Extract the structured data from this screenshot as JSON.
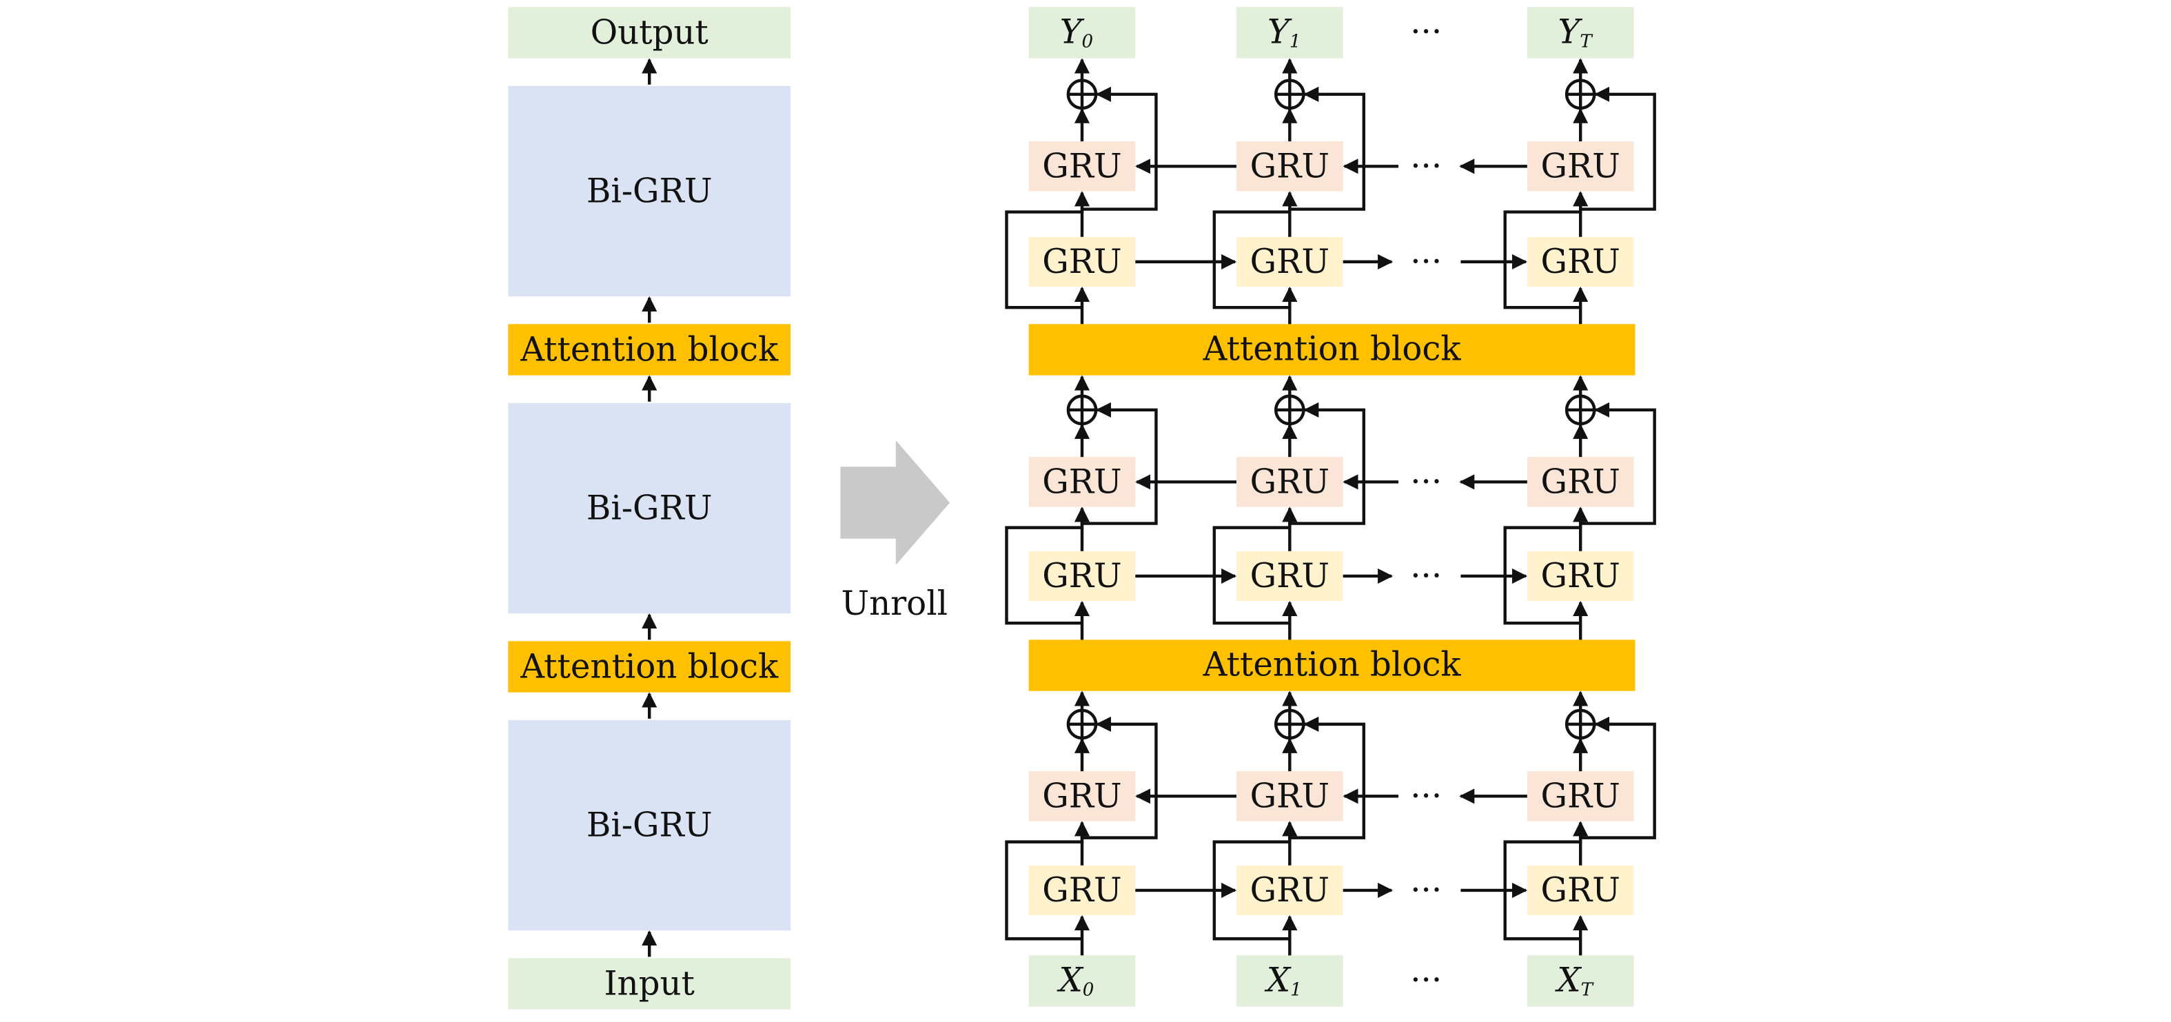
{
  "colors": {
    "io_box": "#e2efda",
    "bigru_box": "#dae3f3",
    "attention_box": "#ffc000",
    "backward_gru": "#fbe5d6",
    "forward_gru": "#fff2cc",
    "unroll_arrow": "#c9c9c9",
    "line": "#111111"
  },
  "left_stack": {
    "output_label": "Output",
    "input_label": "Input",
    "layers": [
      {
        "type": "bigru",
        "label": "Bi-GRU"
      },
      {
        "type": "attention",
        "label": "Attention block"
      },
      {
        "type": "bigru",
        "label": "Bi-GRU"
      },
      {
        "type": "attention",
        "label": "Attention block"
      },
      {
        "type": "bigru",
        "label": "Bi-GRU"
      }
    ]
  },
  "unroll": {
    "label": "Unroll"
  },
  "right_unrolled": {
    "ellipsis": "···",
    "outputs": [
      {
        "base": "Y",
        "sub": "0"
      },
      {
        "base": "Y",
        "sub": "1"
      },
      {
        "base": "Y",
        "sub": "T"
      }
    ],
    "inputs": [
      {
        "base": "X",
        "sub": "0"
      },
      {
        "base": "X",
        "sub": "1"
      },
      {
        "base": "X",
        "sub": "T"
      }
    ],
    "gru_label": "GRU",
    "attention_label": "Attention block",
    "num_bigru_layers": 3,
    "combine_symbol": "⊕"
  }
}
